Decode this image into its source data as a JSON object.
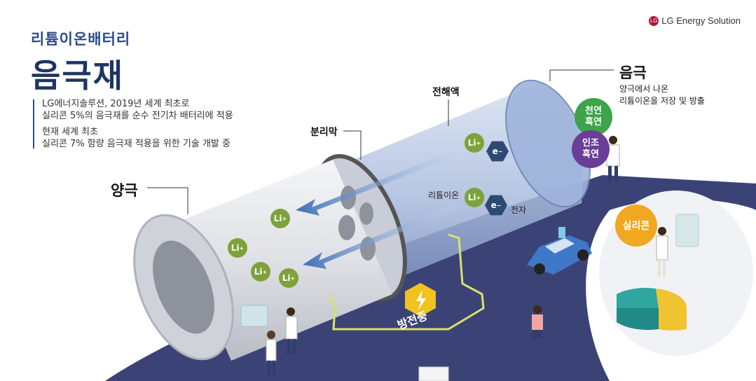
{
  "brand": {
    "logo_text": "LG Energy Solution"
  },
  "header": {
    "subtitle": "리튬이온배터리",
    "title": "음극재"
  },
  "description": {
    "line1": "LG에너지솔루션, 2019년 세계 최초로",
    "line2": "실리콘 5%의 음극재를 순수 전기차 배터리에 적용",
    "line3": "현재 세계 최초",
    "line4": "실리콘 7% 함량 음극재 적용을 위한 기술 개발 중"
  },
  "labels": {
    "cathode": "양극",
    "anode": "음극",
    "anode_desc1": "양극에서 나온",
    "anode_desc2": "리튬이온을 저장 및 방출",
    "separator": "분리막",
    "electrolyte": "전해액",
    "lithium_ion": "리튬이온",
    "electron": "전자",
    "discharge": "방전중"
  },
  "particles": {
    "li": "Li",
    "li_sup": "+",
    "e": "e",
    "e_sup": "−"
  },
  "badges": {
    "natural_graphite": [
      "천연",
      "흑연"
    ],
    "artificial_graphite": [
      "인조",
      "흑연"
    ],
    "silicon": "실리콘"
  },
  "colors": {
    "title_navy": "#1e3565",
    "floor_navy": "#3b4376",
    "li_green": "#7da23a",
    "electron_navy": "#2c4a72",
    "natural_badge": "#3ea34a",
    "artificial_badge": "#6a3d97",
    "silicon_badge": "#f0a820",
    "arrow_blue": "#3e6fb5",
    "lightning_yellow": "#f2c21e"
  }
}
